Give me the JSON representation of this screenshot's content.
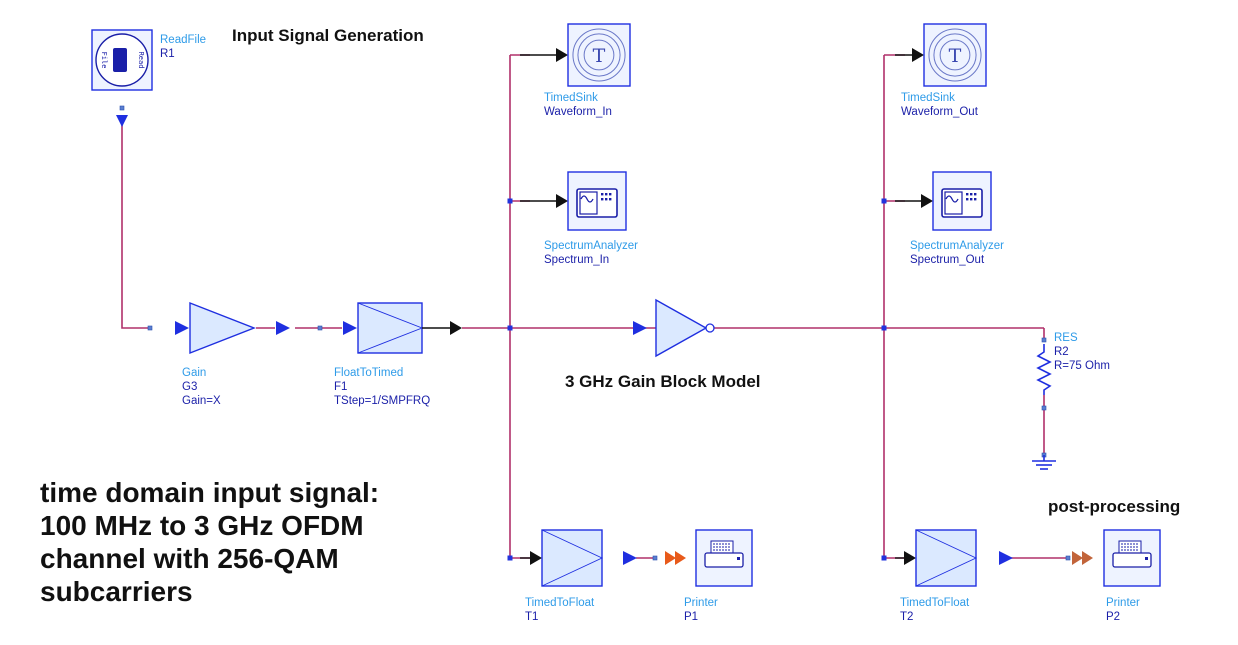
{
  "colors": {
    "region_fill": "#c5e6f5",
    "wire": "#b0306a",
    "block_stroke": "#1f2fe0",
    "block_fill": "#dbe9ff",
    "component_class": "#2e9be8",
    "component_instance": "#1a1fa8",
    "printer_arrow": "#e85a1a",
    "printer_arrow_2": "#c2643a"
  },
  "regions": {
    "input_signal_generation": {
      "title": "Input Signal Generation"
    },
    "post_processing": {
      "title": "post-processing"
    }
  },
  "annotations": {
    "gain_block_model": "3 GHz Gain Block Model",
    "input_description": [
      "time domain input signal:",
      "100 MHz to 3 GHz OFDM",
      "channel with 256-QAM",
      "subcarriers"
    ]
  },
  "components": {
    "readfile": {
      "class": "ReadFile",
      "instance": "R1",
      "icon": "file-read-icon",
      "icon_text_left": "File",
      "icon_text_right": "Read"
    },
    "gain": {
      "class": "Gain",
      "instance": "G3",
      "param": "Gain=X",
      "icon": "amplifier-triangle-icon"
    },
    "float_to_timed": {
      "class": "FloatToTimed",
      "instance": "F1",
      "param": "TStep=1/SMPFRQ",
      "icon": "converter-box-icon"
    },
    "timed_sink_in": {
      "class": "TimedSink",
      "instance": "Waveform_In",
      "icon": "timed-sink-icon",
      "glyph": "T"
    },
    "timed_sink_out": {
      "class": "TimedSink",
      "instance": "Waveform_Out",
      "icon": "timed-sink-icon",
      "glyph": "T"
    },
    "spectrum_in": {
      "class": "SpectrumAnalyzer",
      "instance": "Spectrum_In",
      "icon": "spectrum-analyzer-icon"
    },
    "spectrum_out": {
      "class": "SpectrumAnalyzer",
      "instance": "Spectrum_Out",
      "icon": "spectrum-analyzer-icon"
    },
    "gain_block_amp": {
      "icon": "amplifier-triangle-icon"
    },
    "resistor": {
      "class": "RES",
      "instance": "R2",
      "param": "R=75 Ohm",
      "icon": "resistor-icon"
    },
    "ground": {
      "icon": "ground-icon"
    },
    "timed_to_float_1": {
      "class": "TimedToFloat",
      "instance": "T1",
      "icon": "converter-box-icon"
    },
    "timed_to_float_2": {
      "class": "TimedToFloat",
      "instance": "T2",
      "icon": "converter-box-icon"
    },
    "printer_1": {
      "class": "Printer",
      "instance": "P1",
      "icon": "printer-icon"
    },
    "printer_2": {
      "class": "Printer",
      "instance": "P2",
      "icon": "printer-icon"
    }
  }
}
